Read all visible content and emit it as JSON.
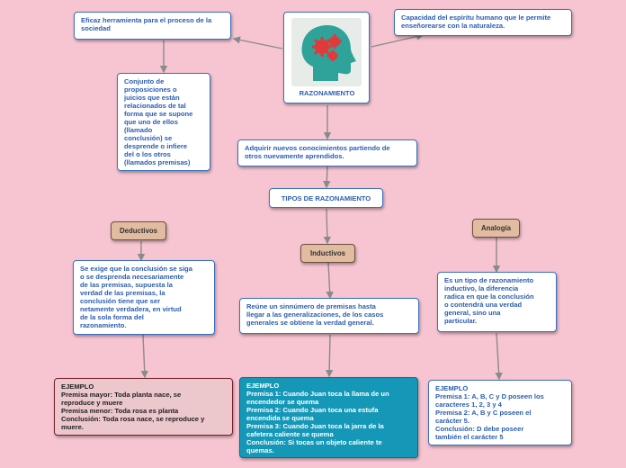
{
  "root": {
    "label": "RAZONAMIENTO",
    "icon": "head-gears-icon"
  },
  "top_left": "Eficaz herramienta para el proceso de la sociedad",
  "top_right": "Capacidad del espíritu humano que le permite enseñorearse con la naturaleza.",
  "definition": "Conjunto de\nproposiciones o\njuicios que están\nrelacionados de tal\nforma que se supone\nque uno de ellos\n(llamado\nconclusión) se\ndesprende o infiere\ndel o los otros\n(llamados premisas)",
  "acquire": "Adquirir nuevos conocimientos partiendo de\notros nuevamente aprendidos.",
  "types_title": "TIPOS DE RAZONAMIENTO",
  "types": {
    "deductive": {
      "label": "Deductivos",
      "description": "Se exige que la conclusión se siga\no se desprenda necesariamente\nde las premisas, supuesta la\nverdad de las premisas, la\nconclusión tiene que ser\nnetamente verdadera, en virtud\nde la sola forma del\nrazonamiento.",
      "example": "EJEMPLO\nPremisa mayor: Toda planta nace, se\nreproduce y muere\nPremisa menor: Toda rosa es planta\nConclusión: Toda rosa nace, se reproduce y\nmuere."
    },
    "inductive": {
      "label": "Inductivos",
      "description": "Reúne un sinnúmero de premisas hasta\nllegar a las generalizaciones, de los casos\ngenerales se obtiene la verdad general.",
      "example": "EJEMPLO\nPremisa 1: Cuando Juan toca la llama de un\nencendedor se quema\nPremisa 2: Cuando Juan toca una estufa\nencendida se quema\nPremisa 3: Cuando Juan toca la jarra de la\ncafetera caliente se quema\nConclusión: Si tocas un objeto caliente te\nquemas."
    },
    "analogy": {
      "label": "Analogía",
      "description": "Es un tipo de razonamiento\ninductivo, la diferencia\nradica en que la conclusión\no contendrá una verdad\ngeneral, sino una\nparticular.",
      "example": "EJEMPLO\nPremisa 1: A, B, C y D poseen los\ncaracteres 1, 2, 3 y 4\nPremisa 2: A, B y C poseen el\ncarácter 5.\nConclusión: D debe poseer\ntambién el carácter 5"
    }
  },
  "colors": {
    "background": "#f7c5d1",
    "node_border": "#3a6fc4",
    "node_text": "#2a5db0",
    "tag_fill": "#e2bca0",
    "deductive_example_fill": "#ecc7cc",
    "inductive_example_fill": "#1598b8",
    "connector": "#8a8a8a"
  }
}
